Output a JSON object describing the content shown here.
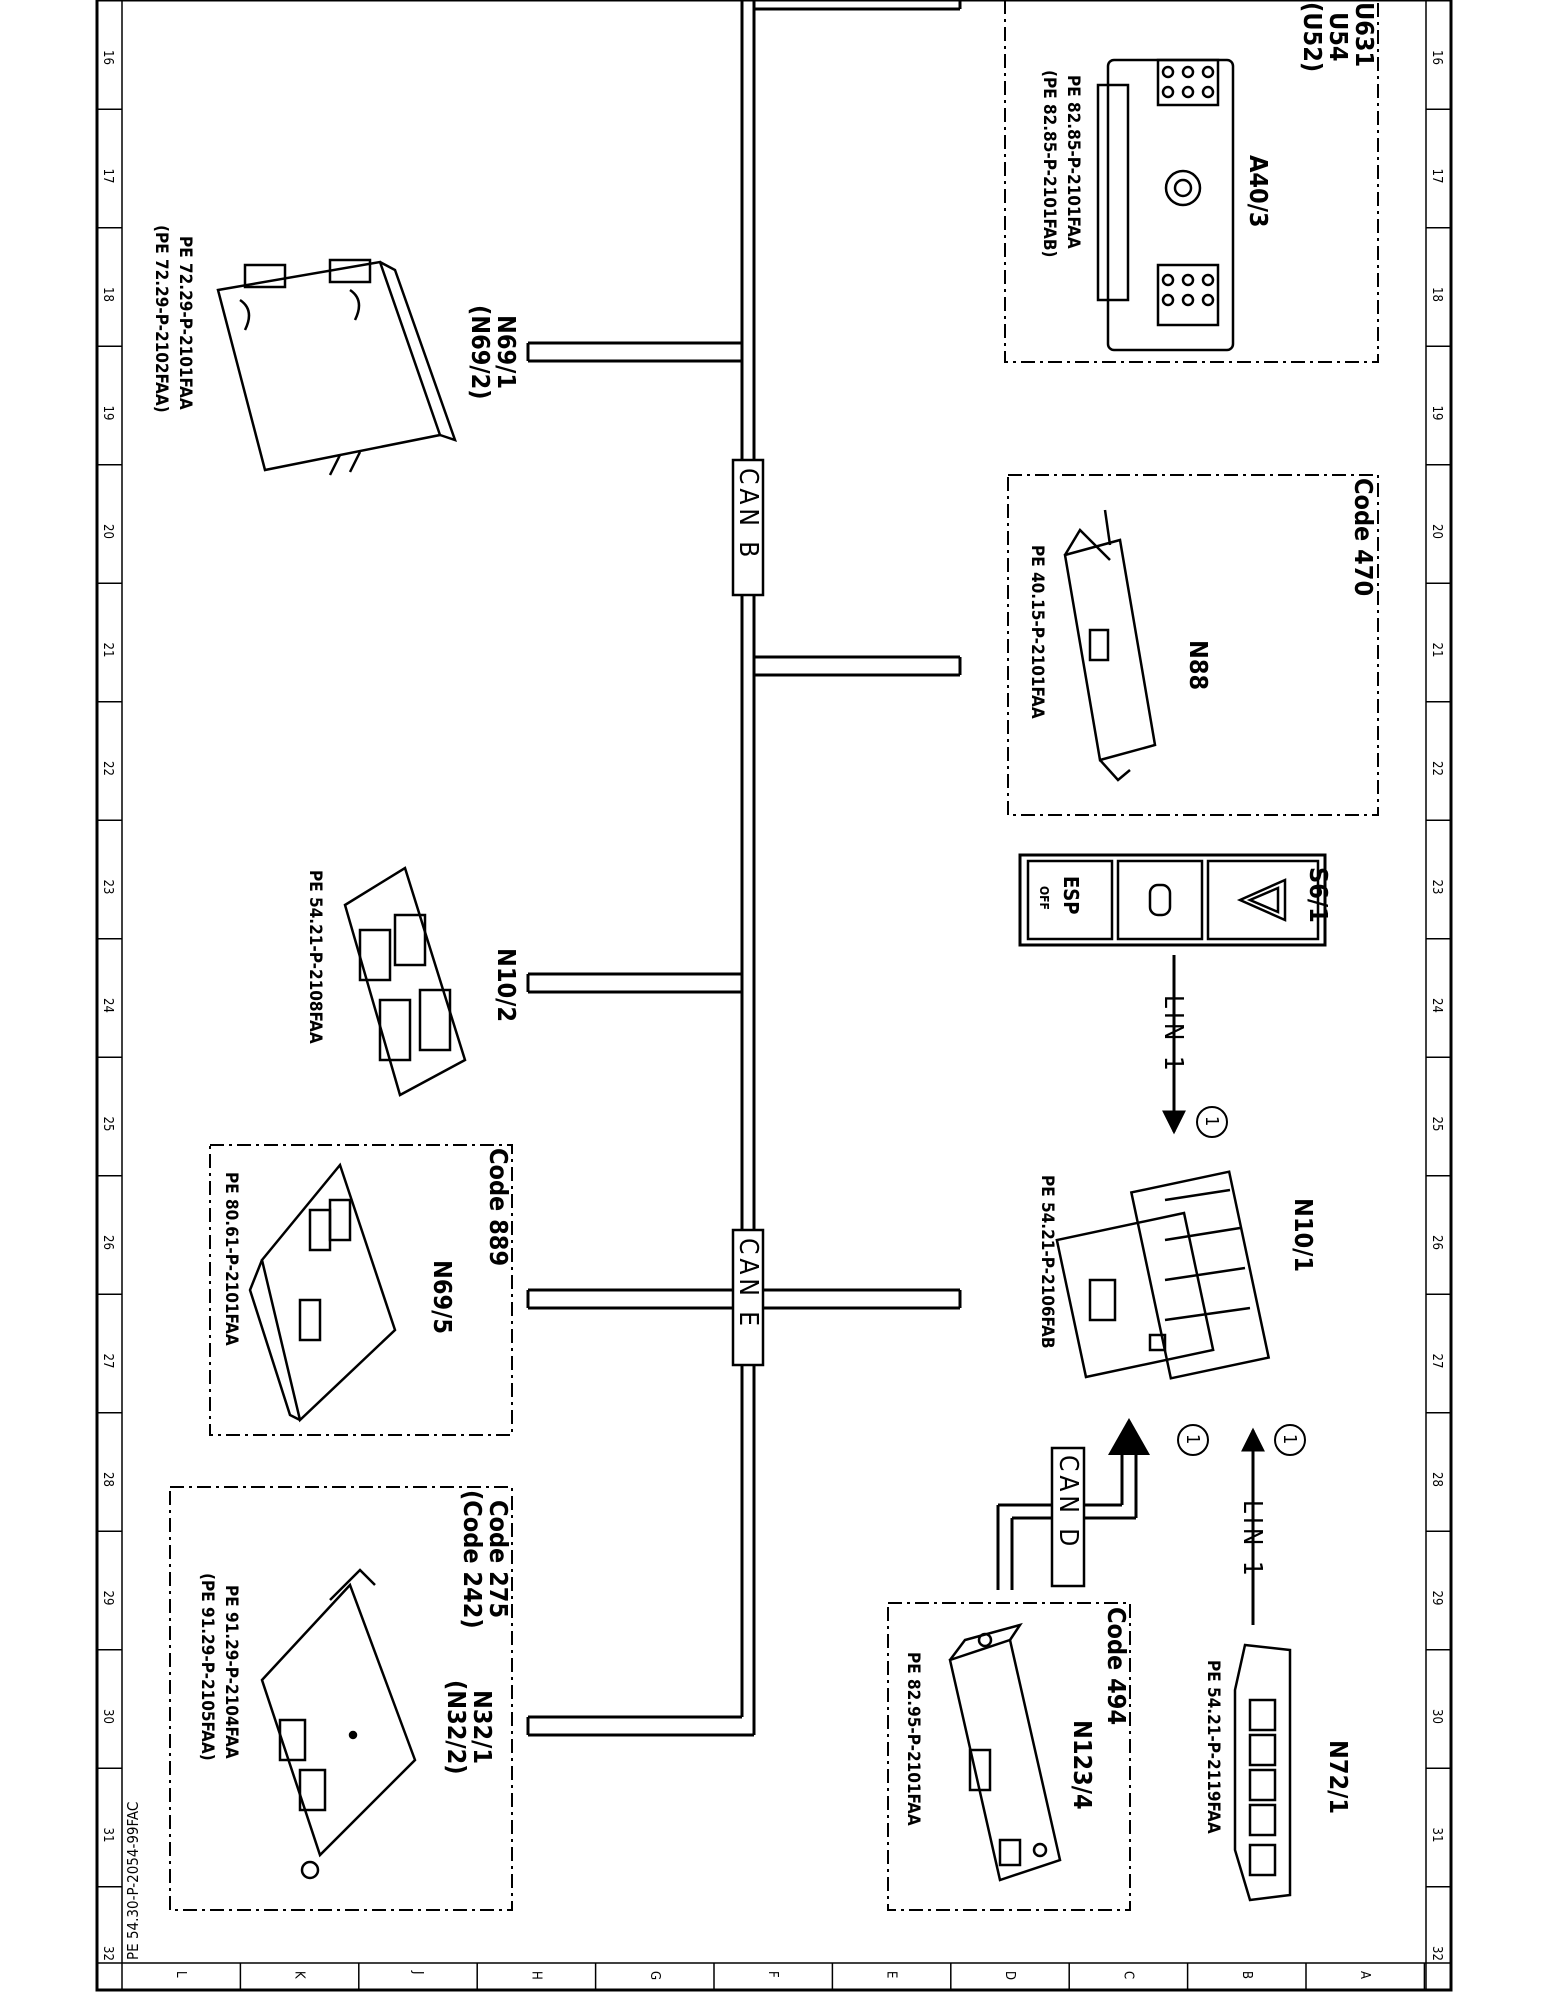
{
  "document": {
    "code": "PE 54.30-P-2054-99FAC"
  },
  "grid": {
    "columns": [
      "16",
      "17",
      "18",
      "19",
      "20",
      "21",
      "22",
      "23",
      "24",
      "25",
      "26",
      "27",
      "28",
      "29",
      "30",
      "31",
      "32"
    ],
    "rows": [
      "L",
      "K",
      "J",
      "H",
      "G",
      "F",
      "E",
      "D",
      "C",
      "B",
      "A"
    ]
  },
  "buses": {
    "can_b": "CAN B",
    "can_e": "CAN E",
    "can_d": "CAN D",
    "lin1_top": "LIN 1",
    "lin1_bottom": "LIN 1",
    "marker": "1"
  },
  "components": {
    "a40_3": {
      "id": "A40/3",
      "alt1": "U631",
      "alt2": "U54",
      "alt3": "(U52)",
      "ref1": "PE 82.85-P-2101FAA",
      "ref2": "(PE 82.85-P-2101FAB)"
    },
    "n88": {
      "id": "N88",
      "code": "Code 470",
      "ref1": "PE 40.15-P-2101FAA"
    },
    "s6_1": {
      "id": "S6/1",
      "esp": "ESP",
      "off": "OFF"
    },
    "n10_1": {
      "id": "N10/1",
      "ref1": "PE 54.21-P-2106FAB"
    },
    "n123_4": {
      "id": "N123/4",
      "code": "Code 494",
      "ref1": "PE 82.95-P-2101FAA"
    },
    "n72_1": {
      "id": "N72/1",
      "ref1": "PE 54.21-P-2119FAA"
    },
    "n69_1": {
      "id": "N69/1",
      "alt": "(N69/2)",
      "ref1": "PE 72.29-P-2101FAA",
      "ref2": "(PE 72.29-P-2102FAA)"
    },
    "n10_2": {
      "id": "N10/2",
      "ref1": "PE 54.21-P-2108FAA"
    },
    "n69_5": {
      "id": "N69/5",
      "code": "Code 889",
      "ref1": "PE 80.61-P-2101FAA"
    },
    "n32_1": {
      "id": "N32/1",
      "alt": "(N32/2)",
      "code1": "Code 275",
      "code2": "(Code 242)",
      "ref1": "PE 91.29-P-2104FAA",
      "ref2": "(PE 91.29-P-2105FAA)"
    }
  }
}
